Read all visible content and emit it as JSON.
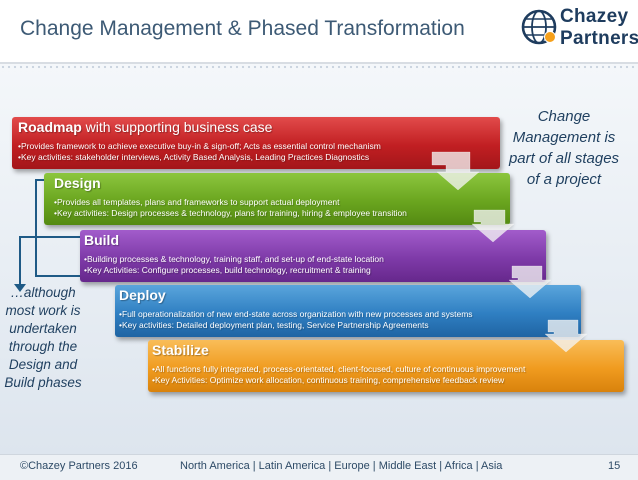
{
  "slide": {
    "title": "Change Management & Phased Transformation"
  },
  "logo": {
    "line1": "Chazey",
    "line2": "Partners"
  },
  "stages": [
    {
      "title": "Roadmap",
      "title_rest": " with supporting business case",
      "bullet1": "•Provides framework to achieve executive buy-in & sign-off; Acts as essential control mechanism",
      "bullet2": "•Key activities: stakeholder interviews, Activity Based Analysis, Leading Practices Diagnostics",
      "color": "#c11f22"
    },
    {
      "title": "Design",
      "bullet1": "•Provides all templates, plans and frameworks to support actual deployment",
      "bullet2": "•Key activities: Design processes & technology, plans for training, hiring & employee transition",
      "color": "#6aa51f"
    },
    {
      "title": "Build",
      "bullet1": "•Building processes & technology, training staff, and set-up of end-state location",
      "bullet2": "•Key Activities: Configure processes, build technology, recruitment & training",
      "color": "#7e3aa8"
    },
    {
      "title": "Deploy",
      "bullet1": "•Full operationalization of new end-state across organization with new processes and systems",
      "bullet2": "•Key activities: Detailed deployment plan, testing, Service Partnership Agreements",
      "color": "#2f7fc2"
    },
    {
      "title": "Stabilize",
      "bullet1": "•All functions fully integrated, process-orientated, client-focused, culture of continuous improvement",
      "bullet2": "•Key Activities: Optimize work allocation, continuous training, comprehensive feedback review",
      "color": "#f09b1f"
    }
  ],
  "callout_right": {
    "line1": "Change",
    "line2": "Management is",
    "line3": "part of all stages",
    "line4": "of a project"
  },
  "callout_left": {
    "line1": "…although",
    "line2": "most work is",
    "line3": "undertaken",
    "line4": "through the",
    "line5": "Design and",
    "line6": "Build phases"
  },
  "footer": {
    "copyright": "©Chazey Partners 2016",
    "regions": "North America | Latin America | Europe |  Middle East | Africa | Asia",
    "page_number": "15"
  }
}
